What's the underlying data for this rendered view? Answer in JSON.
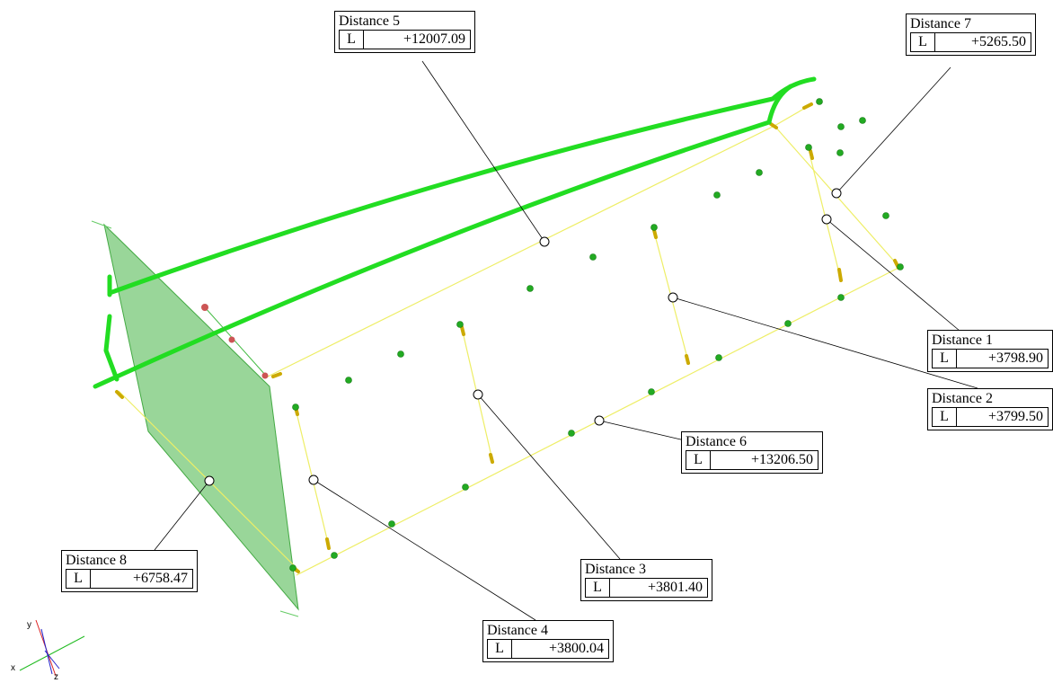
{
  "measurements": [
    {
      "name": "Distance 5",
      "key": "L",
      "value": "+12007.09"
    },
    {
      "name": "Distance 7",
      "key": "L",
      "value": "+5265.50"
    },
    {
      "name": "Distance 1",
      "key": "L",
      "value": "+3798.90"
    },
    {
      "name": "Distance 2",
      "key": "L",
      "value": "+3799.50"
    },
    {
      "name": "Distance 6",
      "key": "L",
      "value": "+13206.50"
    },
    {
      "name": "Distance 3",
      "key": "L",
      "value": "+3801.40"
    },
    {
      "name": "Distance 8",
      "key": "L",
      "value": "+6758.47"
    },
    {
      "name": "Distance 4",
      "key": "L",
      "value": "+3800.04"
    }
  ],
  "axes_triad": {
    "x": "x",
    "y": "y",
    "z": "z"
  },
  "colors": {
    "curve": "#22dd22",
    "plane_fill": "#55bb55",
    "measure_line": "#eeee66",
    "point": "#22aa22",
    "leader": "#000000"
  }
}
